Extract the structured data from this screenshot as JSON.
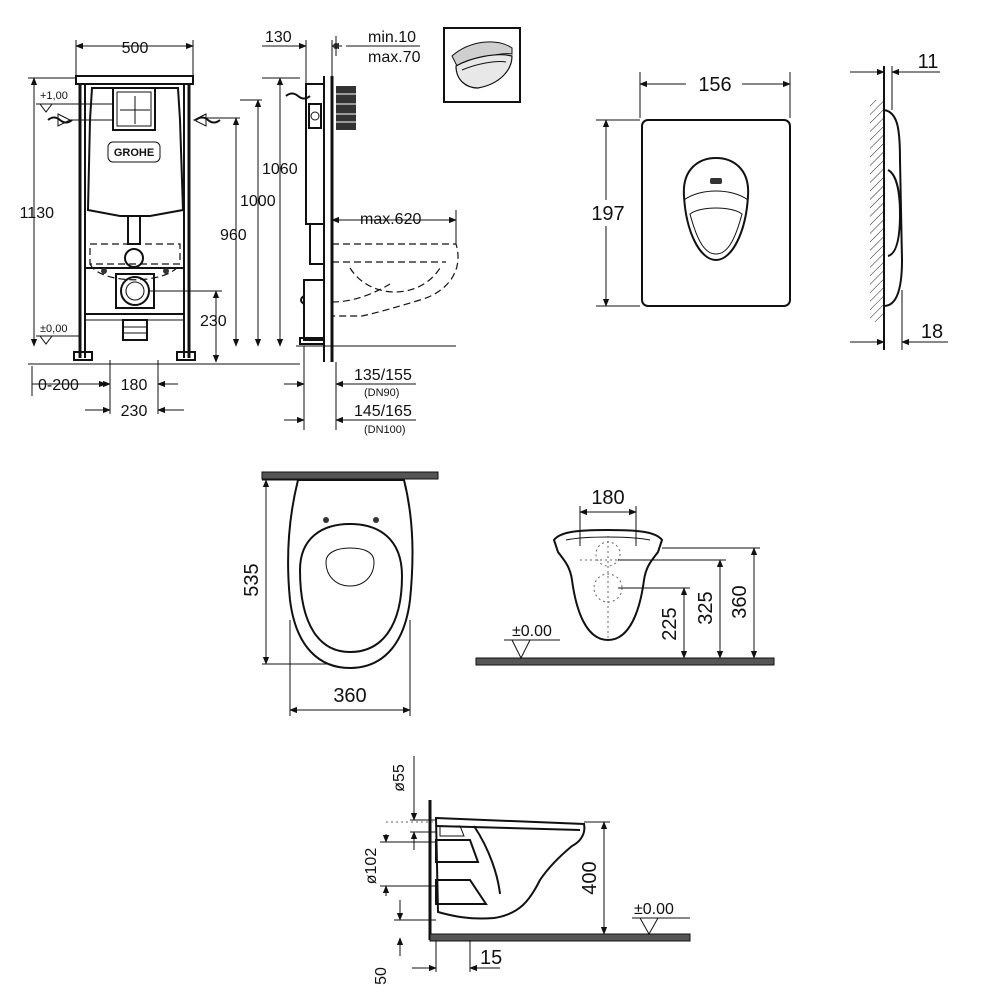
{
  "frame_front": {
    "width": "500",
    "height": "1130",
    "level_top": "+1,00",
    "level_zero": "±0,00",
    "offset": "0-200",
    "spacing_a": "180",
    "spacing_b": "230",
    "outlet_height": "230",
    "brand": "GROHE"
  },
  "frame_side": {
    "depth": "130",
    "min_label": "min.10",
    "max_label": "max.70",
    "h1060": "1060",
    "h1000": "1000",
    "h960": "960",
    "projection": "max.620",
    "dn90_value": "135/155",
    "dn90_label": "(DN90)",
    "dn100_value": "145/165",
    "dn100_label": "(DN100)"
  },
  "plate": {
    "width": "156",
    "height": "197",
    "thickness": "11",
    "wall_gap": "18"
  },
  "bowl_top": {
    "length": "535",
    "width": "360"
  },
  "bowl_front": {
    "width": "180",
    "level_zero": "±0.00",
    "h225": "225",
    "h325": "325",
    "h360": "360"
  },
  "bowl_side": {
    "d55": "ø55",
    "d102": "ø102",
    "h400": "400",
    "d15": "15",
    "d50": "50",
    "level_zero": "±0.00"
  },
  "icons": [
    "toilet-thumbnail-icon",
    "flush-button-icon",
    "level-marker-icon",
    "water-inlet-icon"
  ]
}
